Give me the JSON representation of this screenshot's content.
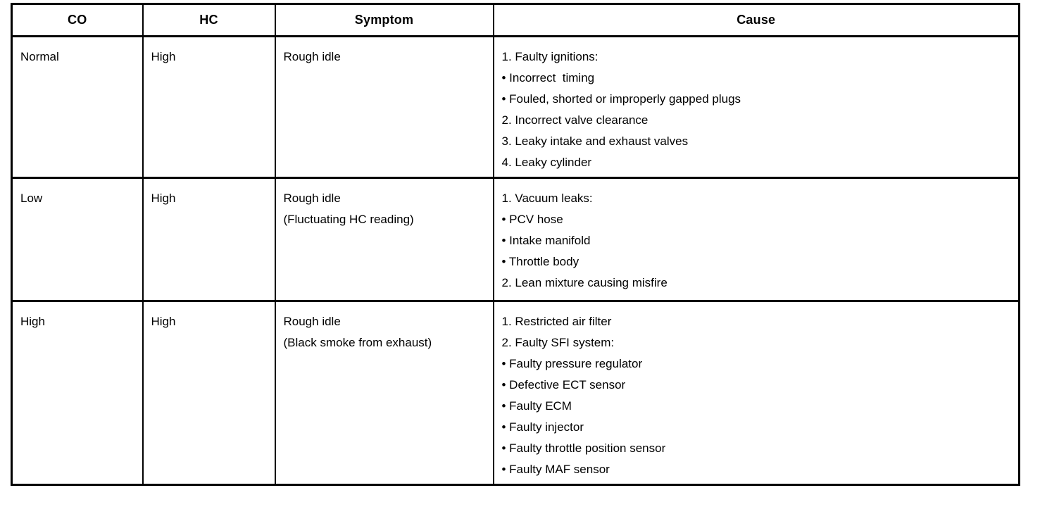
{
  "table": {
    "columns": [
      {
        "label": "CO"
      },
      {
        "label": "HC"
      },
      {
        "label": "Symptom"
      },
      {
        "label": "Cause"
      }
    ],
    "rows": [
      {
        "co": "Normal",
        "hc": "High",
        "symptom_lines": [
          "Rough idle"
        ],
        "cause_lines": [
          "1. Faulty ignitions:",
          "• Incorrect  timing",
          "• Fouled, shorted or improperly gapped plugs",
          "2. Incorrect valve clearance",
          "3. Leaky intake and exhaust valves",
          "4. Leaky cylinder"
        ]
      },
      {
        "co": "Low",
        "hc": "High",
        "symptom_lines": [
          "Rough idle",
          "(Fluctuating HC reading)"
        ],
        "cause_lines": [
          "1. Vacuum leaks:",
          "• PCV hose",
          "• Intake manifold",
          "• Throttle body",
          "2. Lean mixture causing misfire"
        ]
      },
      {
        "co": "High",
        "hc": "High",
        "symptom_lines": [
          "Rough idle",
          "(Black smoke from exhaust)"
        ],
        "cause_lines": [
          "1. Restricted air filter",
          "2. Faulty SFI system:",
          "• Faulty pressure regulator",
          "• Defective ECT sensor",
          "• Faulty ECM",
          "• Faulty injector",
          "• Faulty throttle position sensor",
          "• Faulty MAF sensor"
        ]
      }
    ]
  },
  "colors": {
    "border": "#000000",
    "background": "#ffffff",
    "text": "#000000"
  }
}
